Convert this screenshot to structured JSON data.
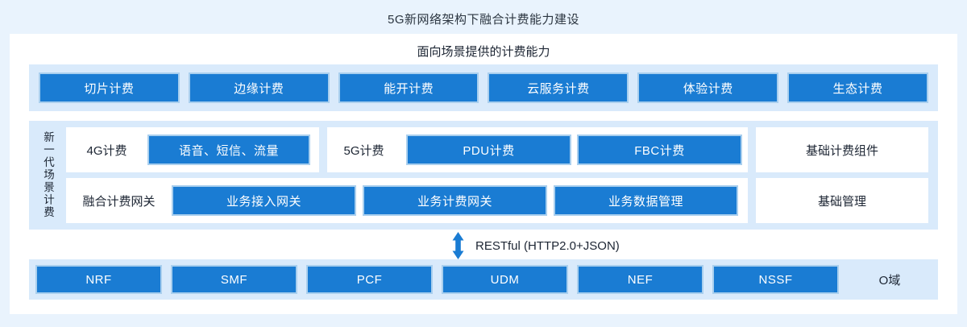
{
  "title": "5G新网络架构下融合计费能力建设",
  "colors": {
    "accent": "#1a7cd3",
    "band": "#d9eafb",
    "page_bg": "#e9f3fd",
    "text": "#1c2533"
  },
  "capability_band": {
    "header": "面向场景提供的计费能力",
    "buttons": [
      "切片计费",
      "边缘计费",
      "能开计费",
      "云服务计费",
      "体验计费",
      "生态计费"
    ]
  },
  "middle_band": {
    "vertical_label": "新一代场景计费",
    "row1": {
      "group_4g": {
        "label": "4G计费",
        "buttons": [
          "语音、短信、流量"
        ]
      },
      "group_5g": {
        "label": "5G计费",
        "buttons": [
          "PDU计费",
          "FBC计费"
        ]
      },
      "side_box": "基础计费组件"
    },
    "row2": {
      "gateway": {
        "label": "融合计费网关",
        "buttons": [
          "业务接入网关",
          "业务计费网关",
          "业务数据管理"
        ]
      },
      "side_box": "基础管理"
    }
  },
  "interface": {
    "label": "RESTful (HTTP2.0+JSON)",
    "icon": "double-vertical-arrow-icon"
  },
  "network_band": {
    "buttons": [
      "NRF",
      "SMF",
      "PCF",
      "UDM",
      "NEF",
      "NSSF"
    ],
    "domain_label": "O域"
  }
}
